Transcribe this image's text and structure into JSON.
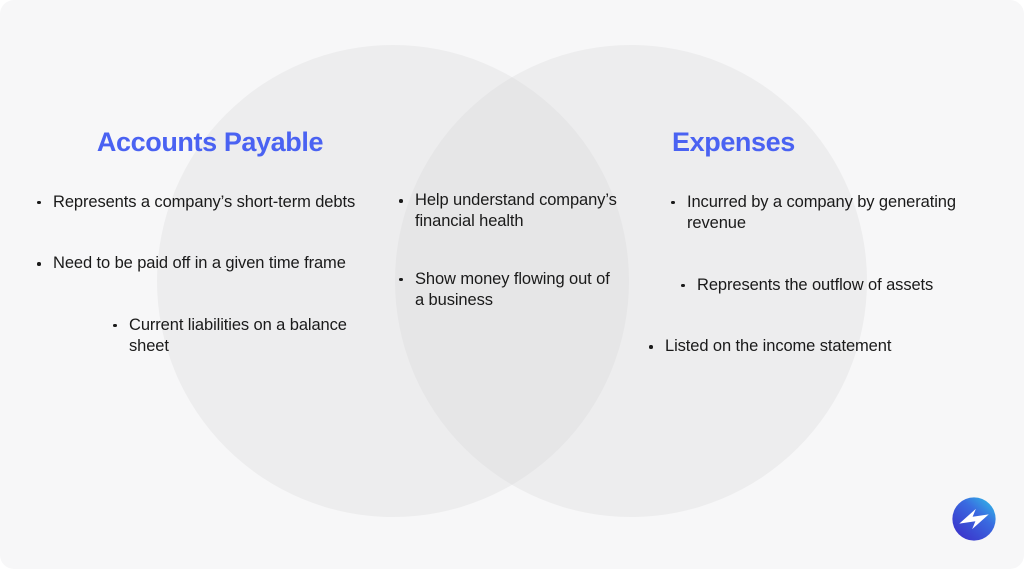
{
  "theme": {
    "page_background": "#f7f7f8",
    "circle_fill": "#ededee",
    "overlap_fill": "#e6e6e7",
    "title_color": "#4a62f2",
    "text_color": "#1a1a1a",
    "logo_gradient_from": "#2fc6e8",
    "logo_gradient_to": "#3b2fc9"
  },
  "diagram": {
    "type": "venn",
    "left": {
      "title": "Accounts Payable",
      "bullets": [
        "Represents a company’s short-term debts",
        "Need to be paid off in a given time frame",
        "Current liabilities on a balance sheet"
      ]
    },
    "center": {
      "title": "",
      "bullets": [
        "Help understand company’s financial health",
        "Show money flowing out of a business"
      ]
    },
    "right": {
      "title": "Expenses",
      "bullets": [
        "Incurred by a company by generating revenue",
        "Represents the outflow of assets",
        "Listed on the income statement"
      ]
    }
  },
  "logo": {
    "name": "lightning-bolt-logo"
  }
}
